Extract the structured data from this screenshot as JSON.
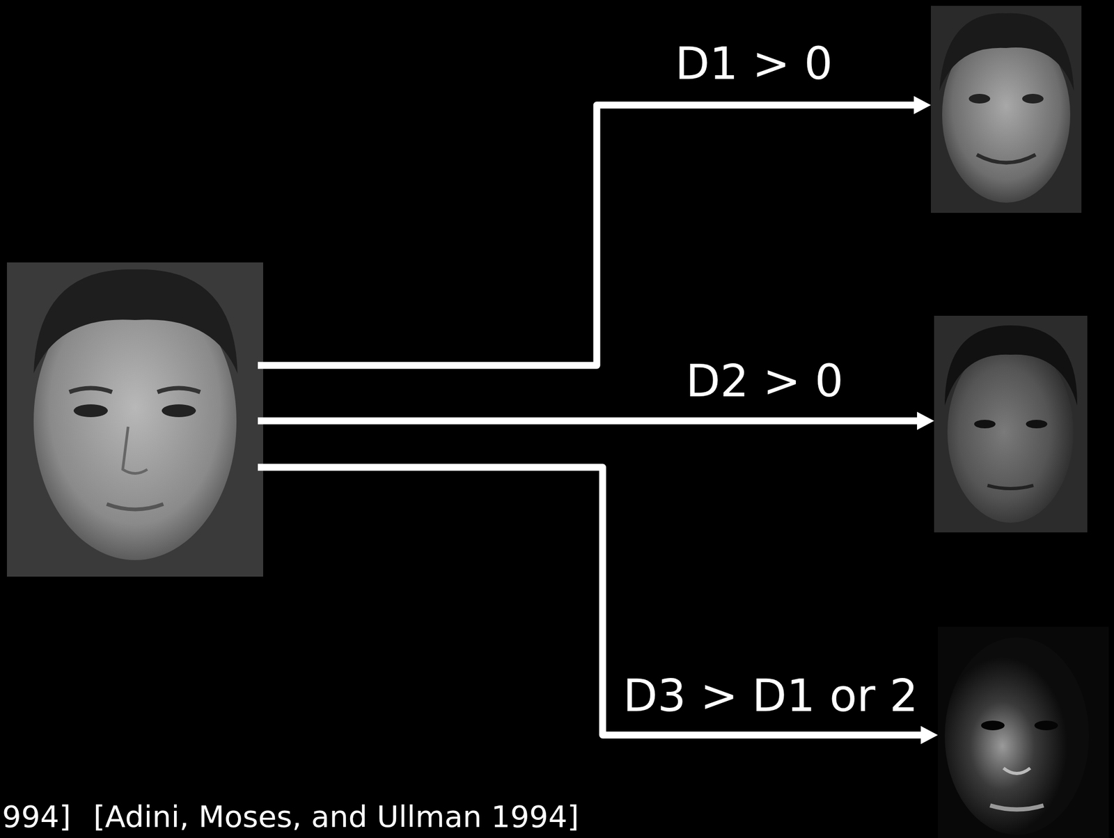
{
  "diagram": {
    "labels": [
      "D1 > 0",
      "D2 > 0",
      "D3 > D1 or 2",
      "994]",
      "[Adini, Moses, and Ullman 1994]"
    ]
  }
}
